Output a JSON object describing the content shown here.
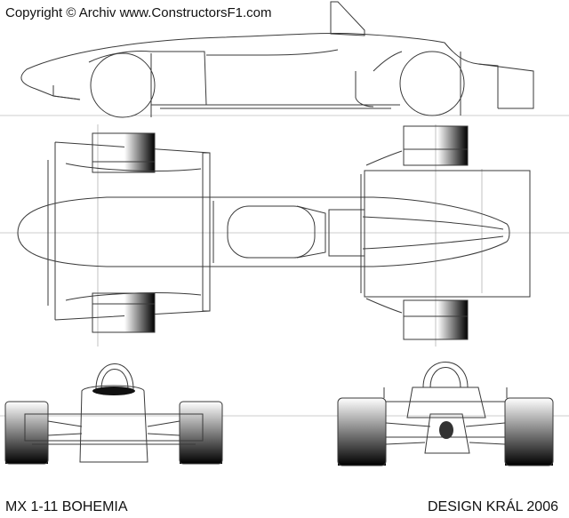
{
  "header": {
    "copyright": "Copyright © Archiv www.ConstructorsF1.com"
  },
  "footer": {
    "model": "MX 1-11 BOHEMIA",
    "designer": "DESIGN KRÁL 2006"
  },
  "colors": {
    "line": "#3a3a3a",
    "guide": "#9a9a9a",
    "tire_dark": "#000000",
    "tire_light": "#ffffff"
  }
}
